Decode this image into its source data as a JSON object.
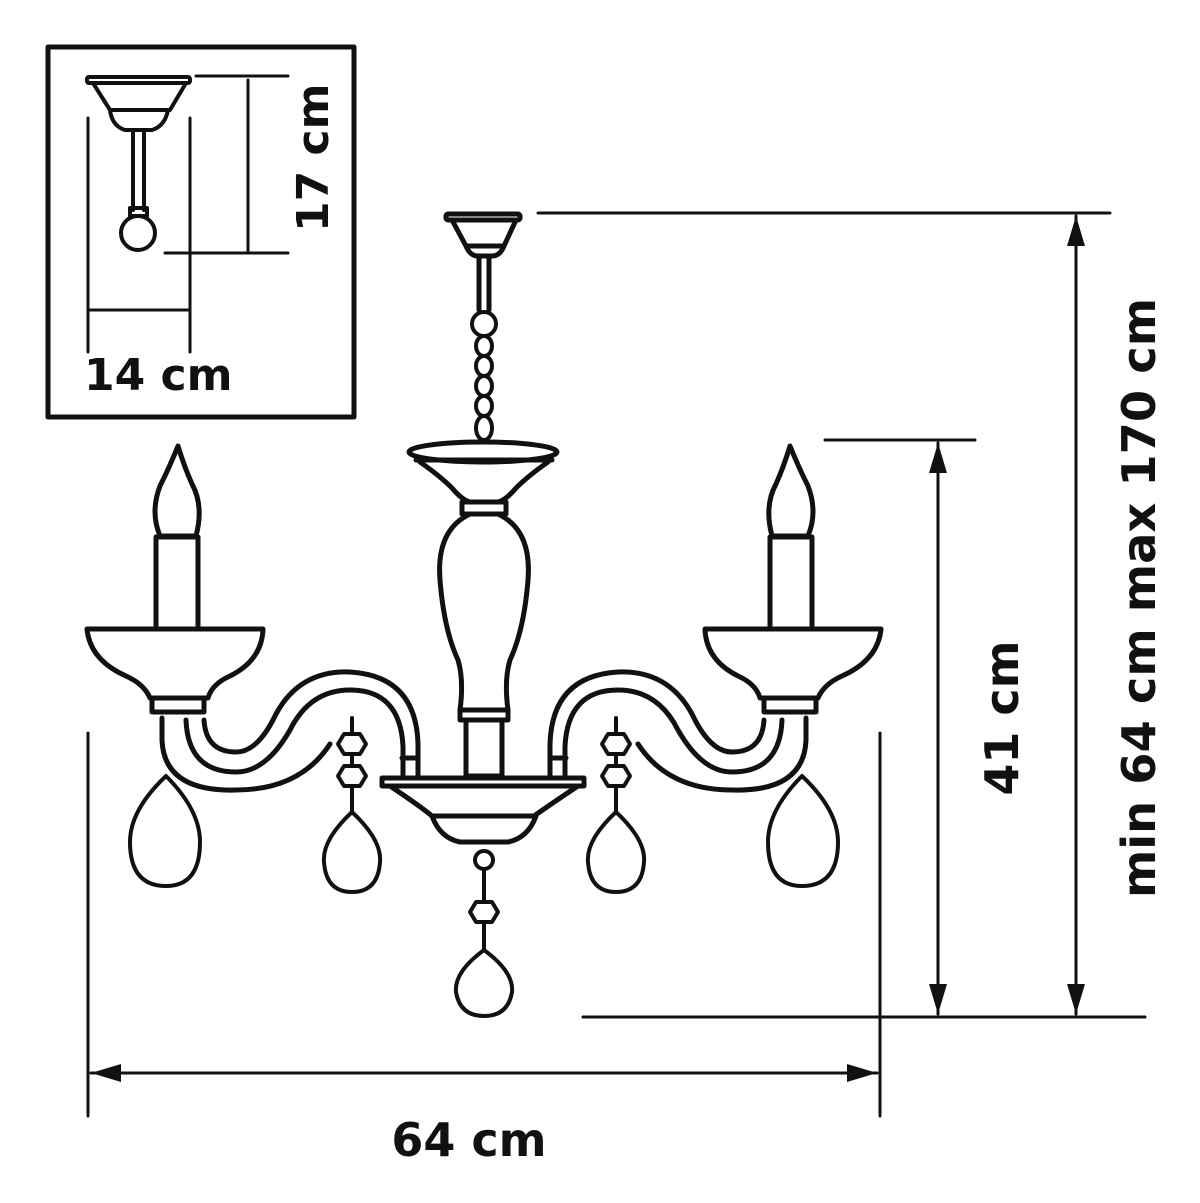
{
  "diagram": {
    "subject": "chandelier",
    "stroke_color": "#111111",
    "background": "#ffffff"
  },
  "inset": {
    "height_label": "17 cm",
    "width_label": "14 cm"
  },
  "dimensions": {
    "width_label": "64 cm",
    "body_height_label": "41 cm",
    "total_height_label": "min 64 cm max 170 cm"
  }
}
